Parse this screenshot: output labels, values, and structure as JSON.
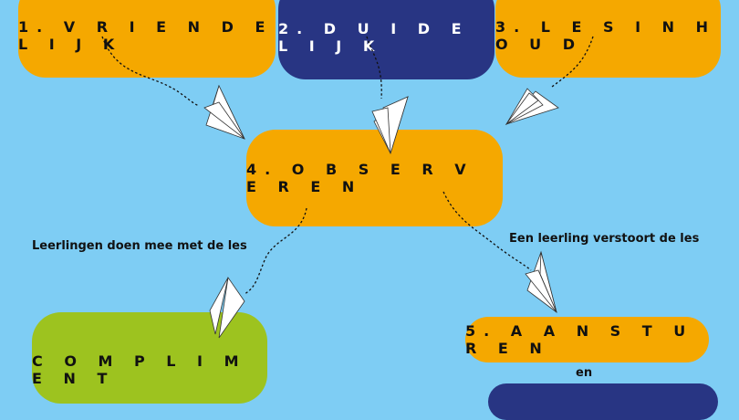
{
  "boxes": {
    "vriendelijk": "1. V R I E N D E L I J K",
    "duidelijk": "2. D U I D E L I J K",
    "lesinhoud": "3. L E S I N H O U D",
    "observeren": "4. O B S E R V E R E N",
    "compliment": "C O M P L I M E N T",
    "aansturen": "5. A A N S T U R E N"
  },
  "labels": {
    "left_branch": "Leerlingen doen mee met de les",
    "right_branch": "Een leerling verstoort de les",
    "connector": "en"
  },
  "colors": {
    "background": "#7ECDF4",
    "orange": "#F5A800",
    "navy": "#283583",
    "green": "#9DC31F"
  }
}
